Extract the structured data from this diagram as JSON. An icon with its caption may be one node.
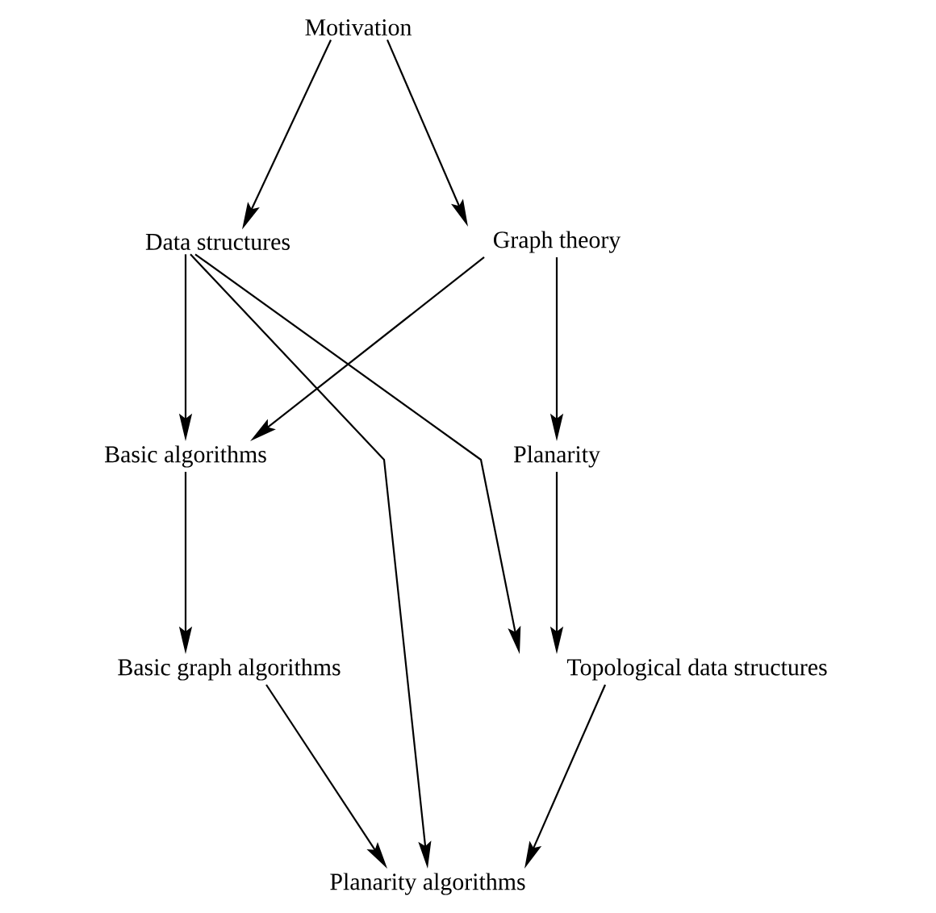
{
  "diagram": {
    "nodes": [
      {
        "text": [
          "Motivation"
        ]
      },
      {
        "text": [
          "Data structures"
        ]
      },
      {
        "text": [
          "Graph theory"
        ]
      },
      {
        "text": [
          "Basic algorithms"
        ]
      },
      {
        "text": [
          "Planarity"
        ]
      },
      {
        "text": [
          "Basic graph algorithms"
        ]
      },
      {
        "text": [
          "Topological data structures"
        ]
      },
      {
        "text": [
          "Planarity algorithms"
        ]
      }
    ],
    "edges": [
      {
        "from": 0,
        "to": 1,
        "arrow": "to"
      },
      {
        "from": 0,
        "to": 2,
        "arrow": "to"
      },
      {
        "from": 1,
        "to": 3,
        "arrow": "to"
      },
      {
        "from": 2,
        "to": 3,
        "arrow": "to"
      },
      {
        "from": 2,
        "to": 4,
        "arrow": "to"
      },
      {
        "from": 1,
        "to": 7,
        "arrow": "to"
      },
      {
        "from": 1,
        "to": 6,
        "arrow": "to"
      },
      {
        "from": 3,
        "to": 5,
        "arrow": "to"
      },
      {
        "from": 4,
        "to": 6,
        "arrow": "to"
      },
      {
        "from": 5,
        "to": 7,
        "arrow": "to"
      },
      {
        "from": 6,
        "to": 7,
        "arrow": "to"
      }
    ]
  }
}
